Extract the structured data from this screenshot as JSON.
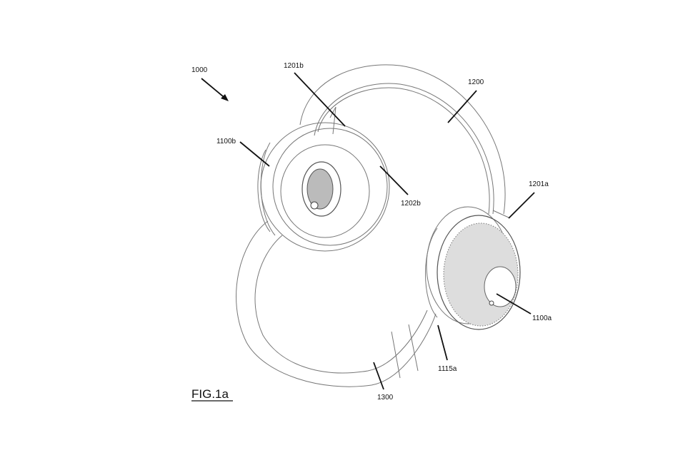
{
  "figure": {
    "title": "FIG.1a",
    "labels": {
      "assembly": "1000",
      "headband_end_b": "1201b",
      "headband": "1200",
      "earcup_b": "1100b",
      "headband_joint_b": "1202b",
      "headband_end_a": "1201a",
      "earcup_a": "1100a",
      "earcup_part_a": "1115a",
      "lower_band": "1300"
    }
  }
}
